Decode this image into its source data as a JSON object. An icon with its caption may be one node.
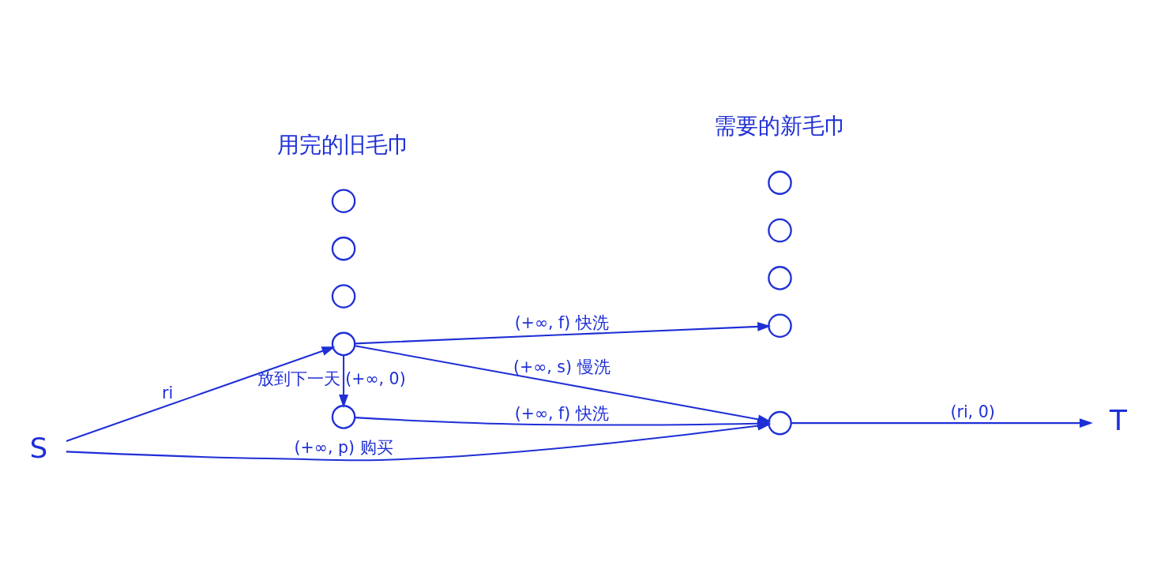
{
  "diagram": {
    "nodes": [
      {
        "text": [
          "S"
        ]
      },
      {
        "text": [],
        "shape": "circle"
      },
      {
        "text": [],
        "shape": "circle"
      },
      {
        "text": [],
        "shape": "circle"
      },
      {
        "text": [],
        "shape": "circle"
      },
      {
        "text": [],
        "shape": "circle"
      },
      {
        "text": [],
        "shape": "circle"
      },
      {
        "text": [],
        "shape": "circle"
      },
      {
        "text": [],
        "shape": "circle"
      },
      {
        "text": [],
        "shape": "circle"
      },
      {
        "text": [],
        "shape": "circle"
      },
      {
        "text": [
          "T"
        ]
      }
    ],
    "edges": [
      {
        "from": 0,
        "to": 1,
        "arrow": "to",
        "label": "ri"
      },
      {
        "from": 1,
        "to": 7,
        "arrow": "to",
        "label": "(+∞, f) 快洗"
      },
      {
        "from": 1,
        "to": 8,
        "arrow": "to",
        "label": "(+∞, s) 慢洗"
      },
      {
        "from": 1,
        "to": 2,
        "arrow": "to",
        "label": "放到下一天 (+∞, 0)"
      },
      {
        "from": 2,
        "to": 8,
        "arrow": "to",
        "label": "(+∞, f) 快洗"
      },
      {
        "from": 0,
        "to": 8,
        "arrow": "to",
        "label": "(+∞, p) 购买"
      },
      {
        "from": 8,
        "to": 11,
        "arrow": "to",
        "label": "(ri, 0)"
      }
    ],
    "labels": [
      "用完的旧毛巾",
      "需要的新毛巾"
    ]
  }
}
